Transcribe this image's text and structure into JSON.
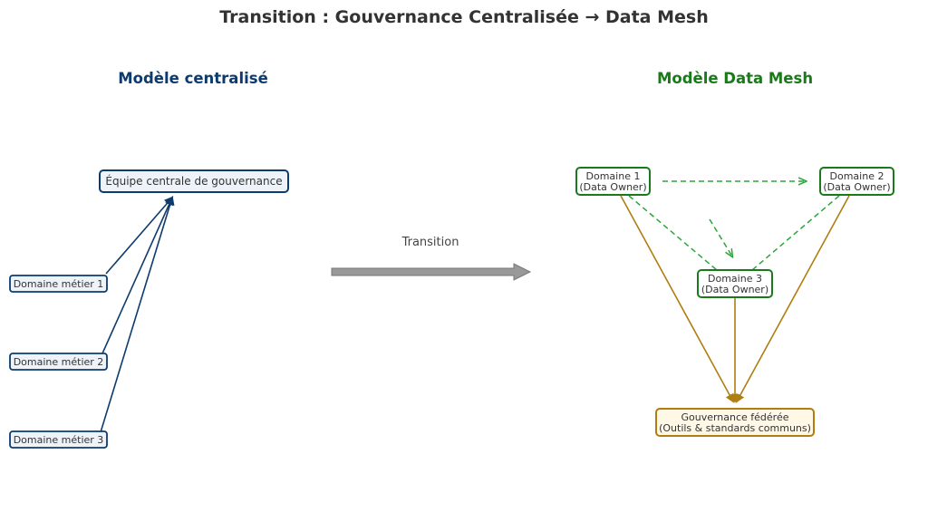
{
  "title": "Transition : Gouvernance Centralisée → Data Mesh",
  "colors": {
    "title": "#333333",
    "centralized": "#0d3b6e",
    "centralized_fill": "#eef3f9",
    "mesh": "#1a7a1a",
    "mesh_fill": "#ffffff",
    "mesh_dashed": "#2aa63a",
    "federated": "#b07d10",
    "federated_fill": "#fff8e6",
    "transition_arrow": "#999999",
    "transition_arrow_stroke": "#777777",
    "transition_label": "#444444"
  },
  "centralized": {
    "heading": "Modèle centralisé",
    "central_team": "Équipe centrale de gouvernance",
    "domains": [
      "Domaine métier 1",
      "Domaine métier 2",
      "Domaine métier 3"
    ]
  },
  "transition": {
    "label": "Transition"
  },
  "mesh": {
    "heading": "Modèle Data Mesh",
    "domain1": {
      "line1": "Domaine 1",
      "line2": "(Data Owner)"
    },
    "domain2": {
      "line1": "Domaine 2",
      "line2": "(Data Owner)"
    },
    "domain3": {
      "line1": "Domaine 3",
      "line2": "(Data Owner)"
    },
    "federated": {
      "line1": "Gouvernance fédérée",
      "line2": "(Outils & standards communs)"
    }
  }
}
